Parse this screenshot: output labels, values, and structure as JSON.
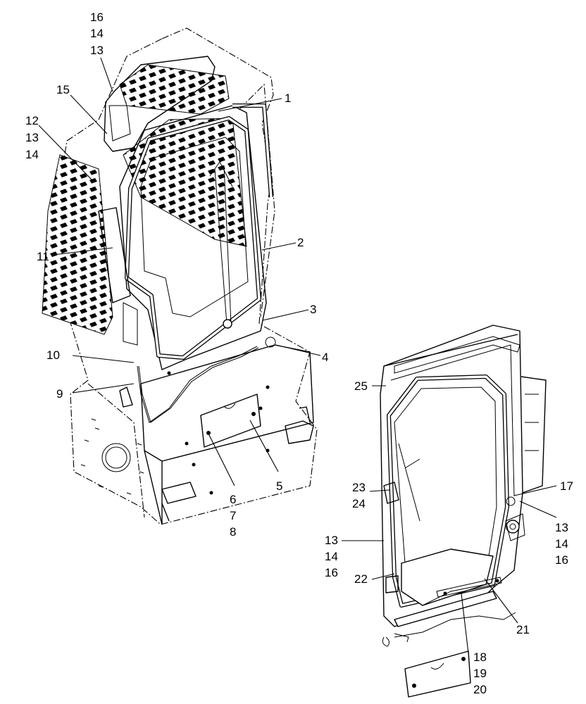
{
  "callouts": {
    "c16a": "16",
    "c14a": "14",
    "c13a": "13",
    "c15": "15",
    "c1": "1",
    "c12": "12",
    "c13b": "13",
    "c14b": "14",
    "c11": "11",
    "c2": "2",
    "c3": "3",
    "c10": "10",
    "c4": "4",
    "c9": "9",
    "c6": "6",
    "c7": "7",
    "c8": "8",
    "c5": "5",
    "c25": "25",
    "c17": "17",
    "c23": "23",
    "c24": "24",
    "c13c": "13",
    "c14c": "14",
    "c16c": "16",
    "c13d": "13",
    "c14d": "14",
    "c16d": "16",
    "c22": "22",
    "c21": "21",
    "c18": "18",
    "c19": "19",
    "c20": "20"
  }
}
